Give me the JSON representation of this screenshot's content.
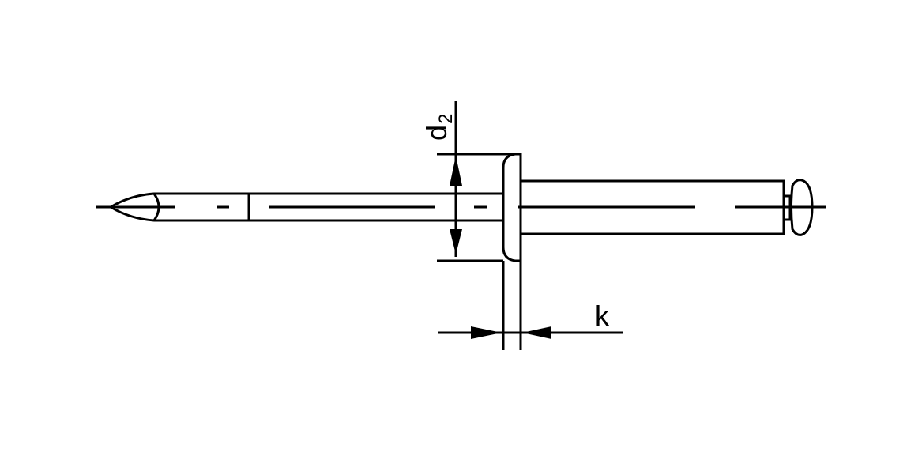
{
  "drawing": {
    "title": "Blind rivet",
    "dimensions": {
      "head_diameter": {
        "symbol": "d",
        "subscript": "2"
      },
      "head_height": {
        "symbol": "k"
      }
    },
    "line_color": "#000000",
    "background": "#ffffff"
  }
}
